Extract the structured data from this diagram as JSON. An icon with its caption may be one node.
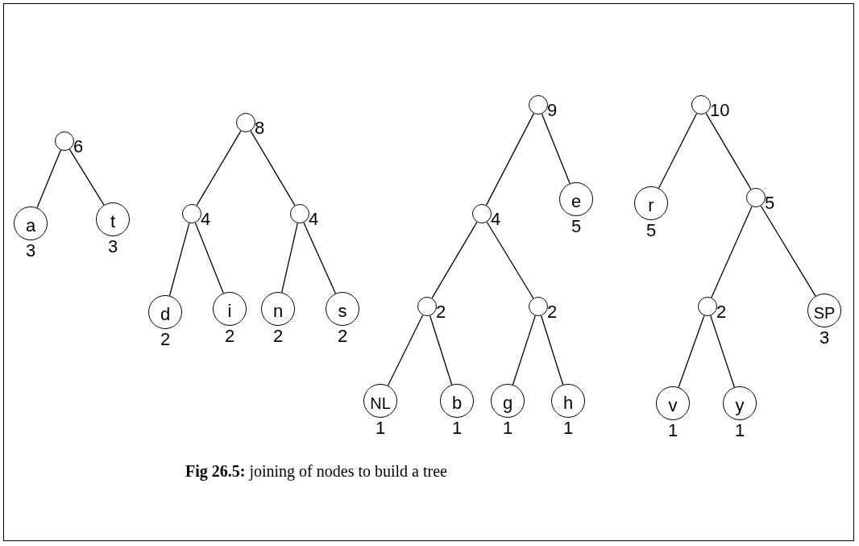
{
  "diagram": {
    "caption": "**Fig 26.5:** joining of nodes to build a tree",
    "nodes": [
      {
        "text": [],
        "shape": "circle",
        "beside": [
          "6"
        ]
      },
      {
        "text": [
          "a"
        ],
        "beside": [
          "3"
        ]
      },
      {
        "text": [
          "t"
        ],
        "beside": [
          "3"
        ]
      },
      {
        "text": [],
        "shape": "circle",
        "beside": [
          "8"
        ]
      },
      {
        "text": [],
        "shape": "circle",
        "beside": [
          "4"
        ]
      },
      {
        "text": [],
        "shape": "circle",
        "beside": [
          "4"
        ]
      },
      {
        "text": [
          "d"
        ],
        "beside": [
          "2"
        ]
      },
      {
        "text": [
          "i"
        ],
        "beside": [
          "2"
        ]
      },
      {
        "text": [
          "n"
        ],
        "beside": [
          "2"
        ]
      },
      {
        "text": [
          "s"
        ],
        "beside": [
          "2"
        ]
      },
      {
        "text": [],
        "shape": "circle",
        "beside": [
          "9"
        ]
      },
      {
        "text": [],
        "shape": "circle",
        "beside": [
          "4"
        ]
      },
      {
        "text": [
          "e"
        ],
        "beside": [
          "5"
        ]
      },
      {
        "text": [],
        "shape": "circle",
        "beside": [
          "2"
        ]
      },
      {
        "text": [],
        "shape": "circle",
        "beside": [
          "2"
        ]
      },
      {
        "text": [
          "NL"
        ],
        "beside": [
          "1"
        ]
      },
      {
        "text": [
          "b"
        ],
        "beside": [
          "1"
        ]
      },
      {
        "text": [
          "g"
        ],
        "beside": [
          "1"
        ]
      },
      {
        "text": [
          "h"
        ],
        "beside": [
          "1"
        ]
      },
      {
        "text": [],
        "shape": "circle",
        "beside": [
          "10"
        ]
      },
      {
        "text": [
          "r"
        ],
        "beside": [
          "5"
        ]
      },
      {
        "text": [],
        "shape": "circle",
        "beside": [
          "5"
        ]
      },
      {
        "text": [],
        "shape": "circle",
        "beside": [
          "2"
        ]
      },
      {
        "text": [
          "SP"
        ],
        "beside": [
          "3"
        ]
      },
      {
        "text": [
          "v"
        ],
        "beside": [
          "1"
        ]
      },
      {
        "text": [
          "y"
        ],
        "beside": [
          "1"
        ]
      }
    ],
    "edges": [
      {
        "from": 0,
        "to": 1,
        "arrow": "none"
      },
      {
        "from": 0,
        "to": 2,
        "arrow": "none"
      },
      {
        "from": 3,
        "to": 4,
        "arrow": "none"
      },
      {
        "from": 3,
        "to": 5,
        "arrow": "none"
      },
      {
        "from": 4,
        "to": 6,
        "arrow": "none"
      },
      {
        "from": 4,
        "to": 7,
        "arrow": "none"
      },
      {
        "from": 5,
        "to": 8,
        "arrow": "none"
      },
      {
        "from": 5,
        "to": 9,
        "arrow": "none"
      },
      {
        "from": 10,
        "to": 11,
        "arrow": "none"
      },
      {
        "from": 10,
        "to": 12,
        "arrow": "none"
      },
      {
        "from": 11,
        "to": 13,
        "arrow": "none"
      },
      {
        "from": 11,
        "to": 14,
        "arrow": "none"
      },
      {
        "from": 13,
        "to": 15,
        "arrow": "none"
      },
      {
        "from": 13,
        "to": 16,
        "arrow": "none"
      },
      {
        "from": 14,
        "to": 17,
        "arrow": "none"
      },
      {
        "from": 14,
        "to": 18,
        "arrow": "none"
      },
      {
        "from": 19,
        "to": 20,
        "arrow": "none"
      },
      {
        "from": 19,
        "to": 21,
        "arrow": "none"
      },
      {
        "from": 21,
        "to": 22,
        "arrow": "none"
      },
      {
        "from": 21,
        "to": 23,
        "arrow": "none"
      },
      {
        "from": 22,
        "to": 24,
        "arrow": "none"
      },
      {
        "from": 22,
        "to": 25,
        "arrow": "none"
      }
    ]
  }
}
